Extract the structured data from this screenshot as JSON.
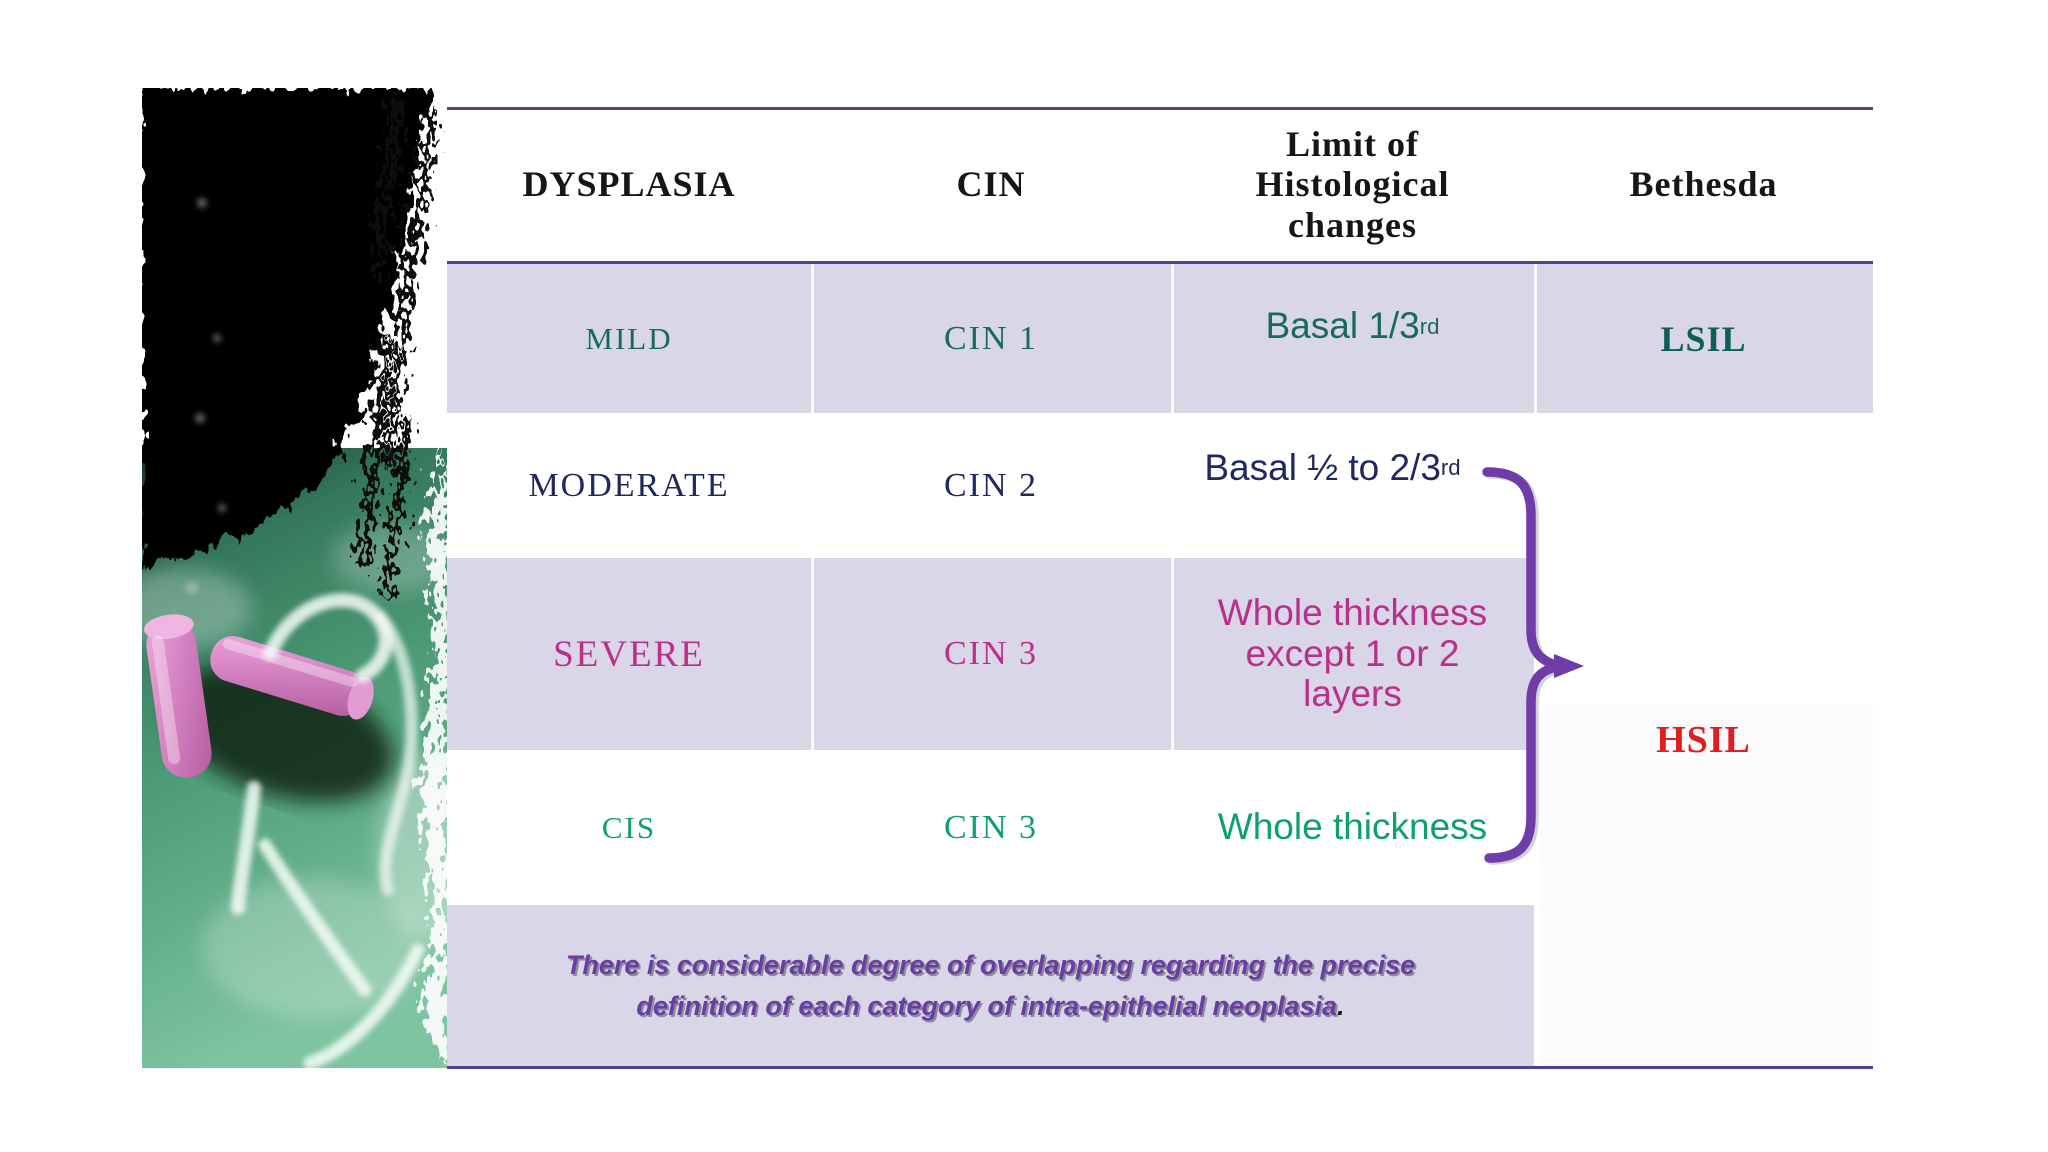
{
  "slide": {
    "table": {
      "headers": {
        "dysplasia": "DYSPLASIA",
        "cin": "CIN",
        "limit": "Limit of\nHistological\nchanges",
        "bethesda": "Bethesda"
      },
      "rows": [
        {
          "dysplasia": "MILD",
          "cin": "CIN 1",
          "limit": "Basal 1/3",
          "limit_sup": "rd",
          "bethesda": "LSIL",
          "color": "#186a61",
          "bethesda_color": "#0e5f57"
        },
        {
          "dysplasia": "MODERATE",
          "cin": "CIN 2",
          "limit": "Basal ½ to 2/3",
          "limit_sup": "rd",
          "color": "#20295f"
        },
        {
          "dysplasia": "SEVERE",
          "cin": "CIN 3",
          "limit": "Whole thickness\nexcept 1 or 2\nlayers",
          "limit_sup": "",
          "color": "#ba2f89"
        },
        {
          "dysplasia": "CIS",
          "cin": "CIN 3",
          "limit": "Whole thickness",
          "limit_sup": "",
          "color": "#10a06c"
        }
      ],
      "hsil_label": "HSIL",
      "hsil_color": "#e11e1e"
    },
    "footnote": {
      "line1": "There is considerable degree of overlapping regarding the precise",
      "line2": "definition of each category of intra-epithelial neoplasia",
      "period": ".",
      "color": "#6a3da5"
    },
    "colors": {
      "row_band": "#d9d6e8",
      "rule": "#4b4297",
      "brace": "#6f3da8",
      "header_text": "#161616"
    }
  }
}
